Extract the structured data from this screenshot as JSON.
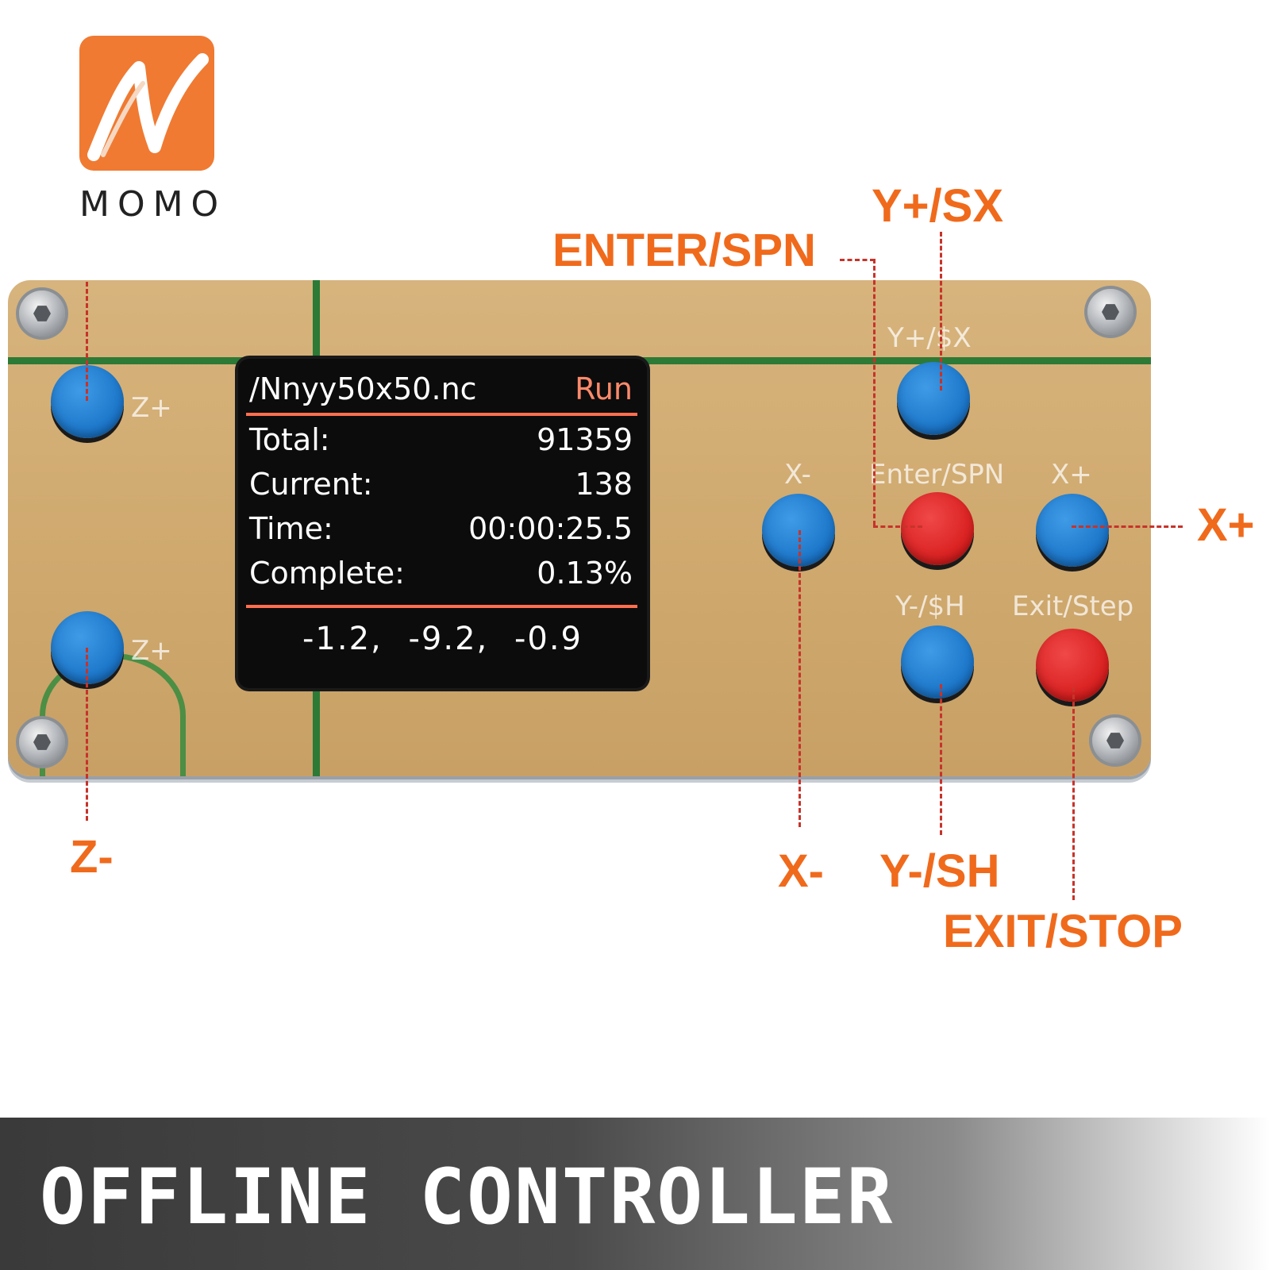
{
  "brand": {
    "name": "MOMO"
  },
  "lcd": {
    "filename": "/Nnyy50x50.nc",
    "status": "Run",
    "rows": [
      {
        "label": "Total:",
        "value": "91359"
      },
      {
        "label": "Current:",
        "value": "138"
      },
      {
        "label": "Time:",
        "value": "00:00:25.5"
      },
      {
        "label": "Complete:",
        "value": "0.13%"
      }
    ],
    "coordinates": "-1.2, -9.2, -0.9"
  },
  "silkscreen": {
    "z_plus": "Z+",
    "z_minus": "Z+",
    "y_plus": "Y+/$X",
    "x_minus": "X-",
    "enter": "Enter/SPN",
    "x_plus": "X+",
    "y_minus": "Y-/$H",
    "exit": "Exit/Step"
  },
  "callouts": {
    "y_plus": "Y+/SX",
    "enter": "ENTER/SPN",
    "x_plus": "X+",
    "z_minus": "Z-",
    "x_minus": "X-",
    "y_minus": "Y-/SH",
    "exit": "EXIT/STOP"
  },
  "banner": {
    "title": "OFFLINE CONTROLLER"
  },
  "colors": {
    "callout_text": "#f06a1c",
    "leader_line": "#c7332a",
    "button_blue": "#1a74c8",
    "button_red": "#d81e1e",
    "lcd_accent": "#ff6f4f",
    "board": "#d1ab71"
  }
}
